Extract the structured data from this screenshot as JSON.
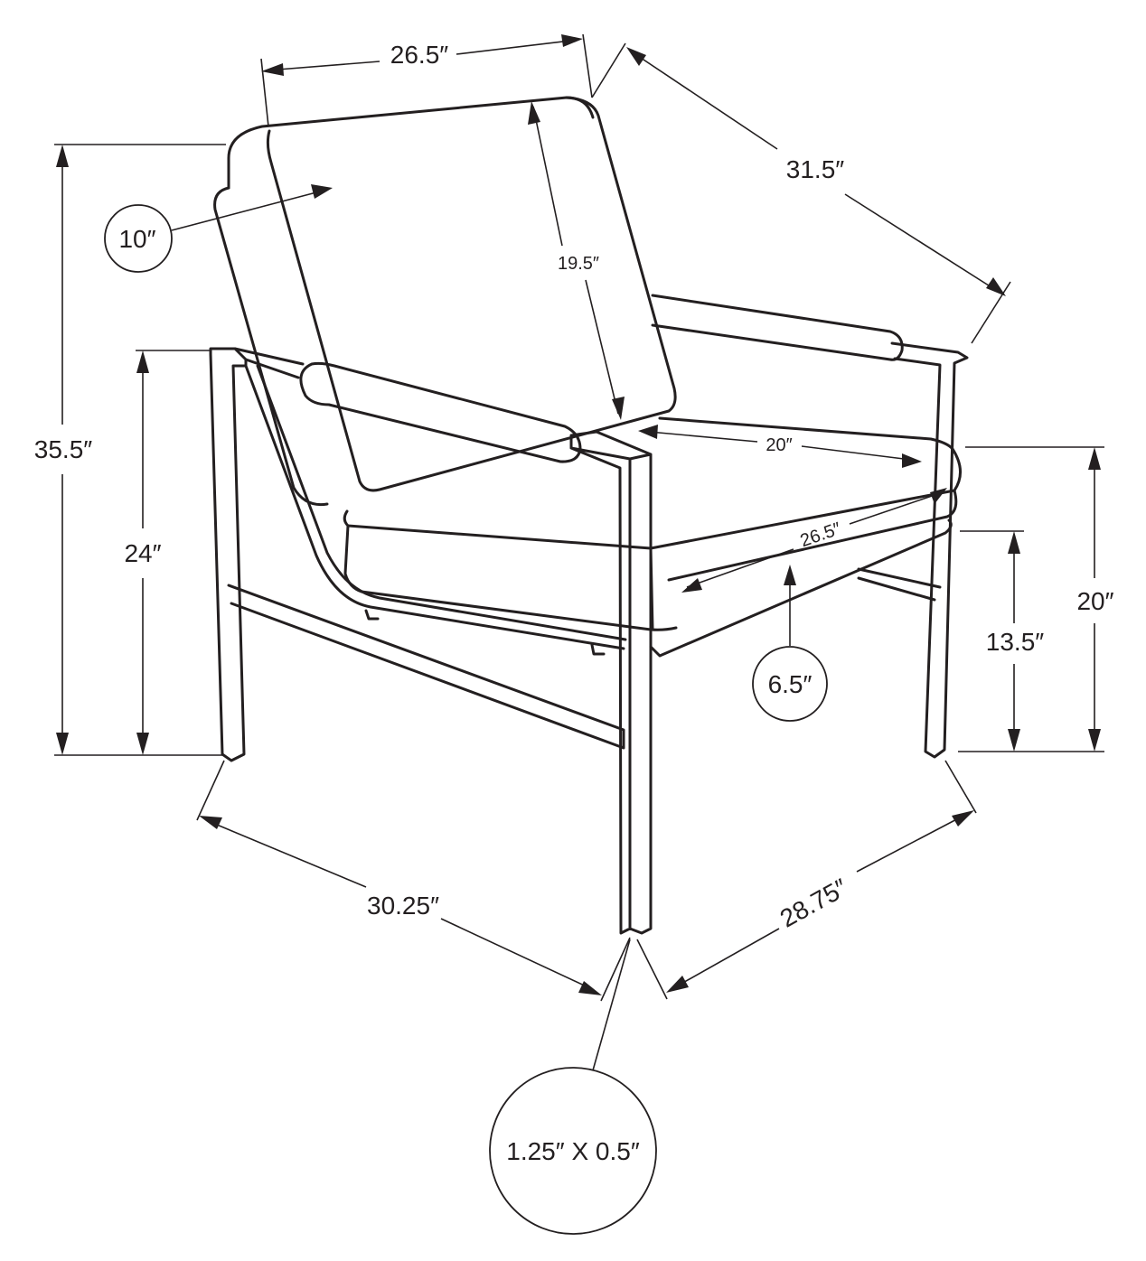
{
  "dimensions": {
    "overall_width": "26.5″",
    "overall_depth": "31.5″",
    "overall_height": "35.5″",
    "arm_height": "24″",
    "back_cushion_height": "19.5″",
    "back_thickness": "10″",
    "seat_depth": "20″",
    "seat_width": "26.5″",
    "seat_height": "20″",
    "leg_clearance": "13.5″",
    "seat_thickness": "6.5″",
    "base_width": "30.25″",
    "base_depth": "28.75″",
    "frame_profile": "1.25″ X 0.5″"
  }
}
